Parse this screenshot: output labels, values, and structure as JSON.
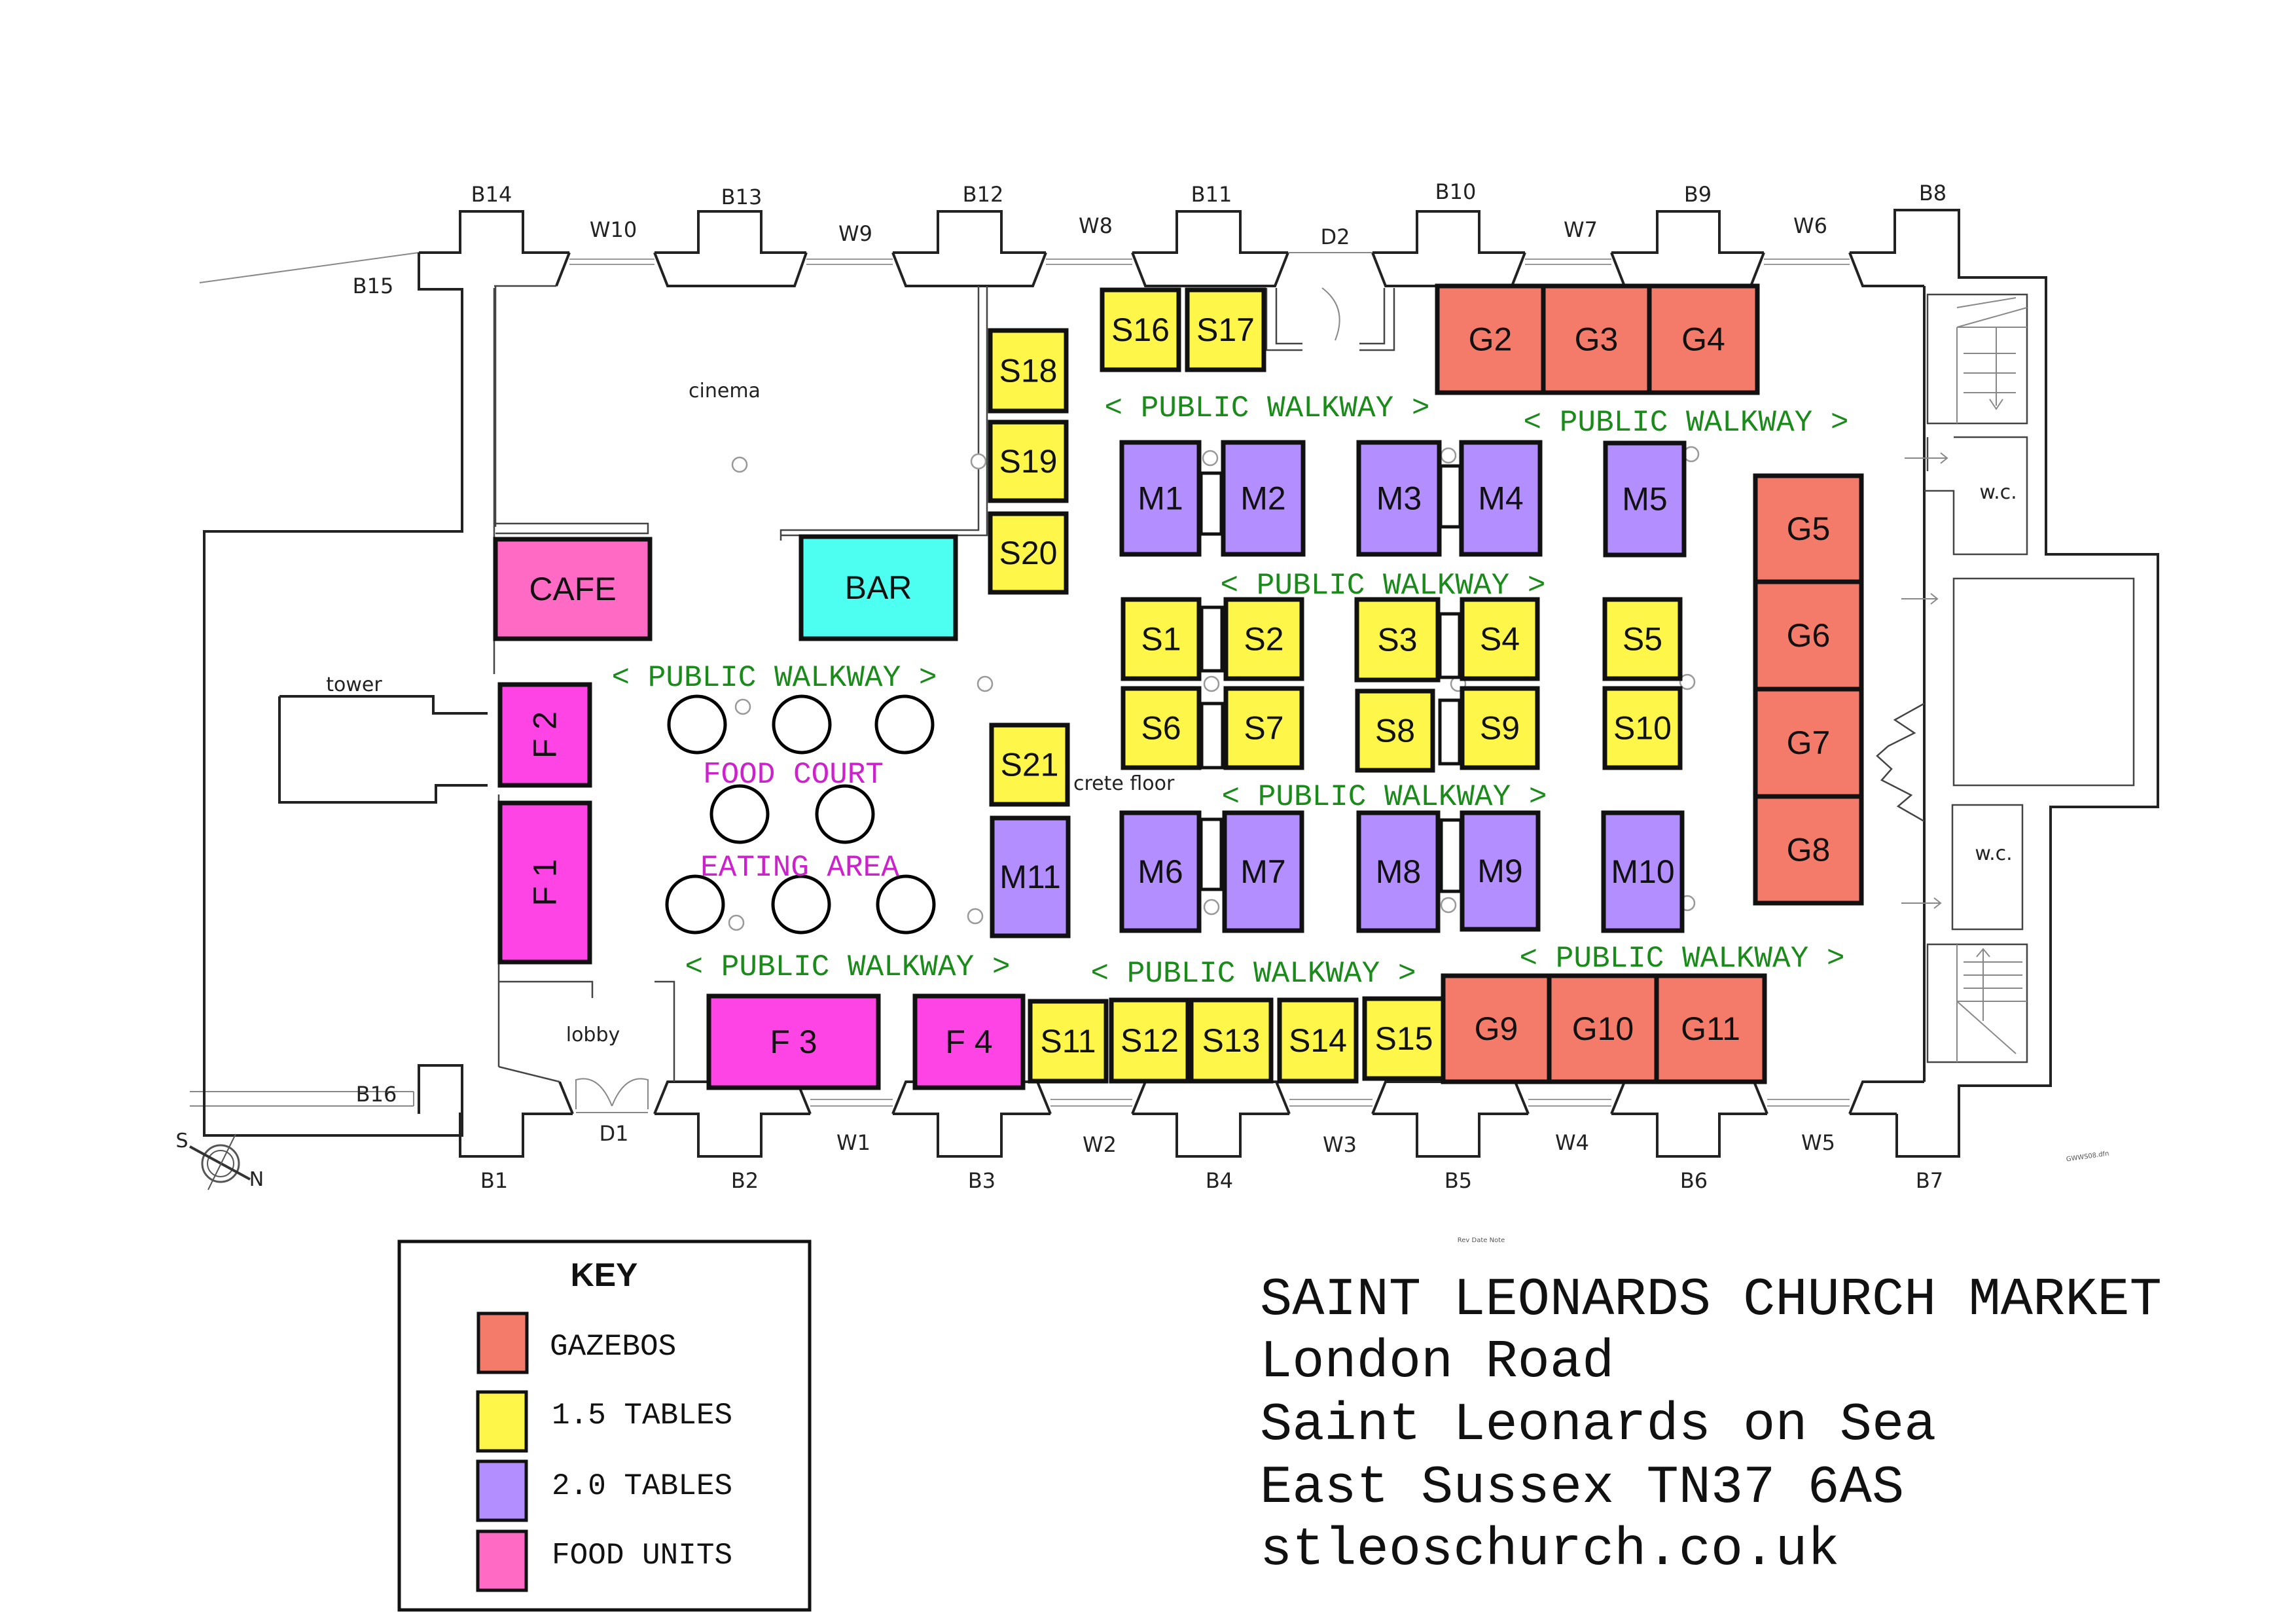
{
  "map": {
    "title": "Saint Leonards Church Market floor plan",
    "piers_top": [
      "B14",
      "B13",
      "B12",
      "B11",
      "B10",
      "B9",
      "B8"
    ],
    "piers_bottom": [
      "B1",
      "B2",
      "B3",
      "B4",
      "B5",
      "B6",
      "B7"
    ],
    "piers_side": [
      "B15",
      "B16"
    ],
    "windows_top": [
      "W10",
      "W9",
      "W8",
      "W7",
      "W6"
    ],
    "windows_bottom": [
      "W1",
      "W2",
      "W3",
      "W4",
      "W5"
    ],
    "doors": [
      "D1",
      "D2"
    ],
    "rooms": {
      "cinema": "cinema",
      "tower": "tower",
      "lobby": "lobby",
      "wc_upper": "w.c.",
      "wc_lower": "w.c.",
      "floor_note": "crete floor"
    },
    "walkway_label": "< PUBLIC WALKWAY >",
    "food_court_label": "FOOD COURT",
    "eating_area_label": "EATING AREA",
    "compass": {
      "labels": [
        "S",
        "N"
      ]
    },
    "rev_note": "Rev Date Note",
    "drawing_ref": "GWWS08.dfn"
  },
  "colors": {
    "gazebo": "#F47A6A",
    "table_1_5": "#FFF64A",
    "table_2_0": "#B28EFF",
    "food_unit": "#FF6AC4",
    "food_stall": "#FF44E6",
    "bar": "#4DFFF0",
    "walkway_text": "#1A8A1A",
    "zone_text": "#CC22CC"
  },
  "stands": {
    "gazebos": [
      "G2",
      "G3",
      "G4",
      "G5",
      "G6",
      "G7",
      "G8",
      "G9",
      "G10",
      "G11"
    ],
    "tables_1_5": [
      "S1",
      "S2",
      "S3",
      "S4",
      "S5",
      "S6",
      "S7",
      "S8",
      "S9",
      "S10",
      "S11",
      "S12",
      "S13",
      "S14",
      "S15",
      "S16",
      "S17",
      "S18",
      "S19",
      "S20",
      "S21"
    ],
    "tables_2_0": [
      "M1",
      "M2",
      "M3",
      "M4",
      "M5",
      "M6",
      "M7",
      "M8",
      "M9",
      "M10",
      "M11"
    ],
    "food_units": [
      "F 1",
      "F 2",
      "F 3",
      "F 4"
    ],
    "cafe": "CAFE",
    "bar": "BAR"
  },
  "legend": {
    "title": "KEY",
    "items": [
      {
        "label": "GAZEBOS",
        "color_key": "gazebo"
      },
      {
        "label": "1.5 TABLES",
        "color_key": "table_1_5"
      },
      {
        "label": "2.0 TABLES",
        "color_key": "table_2_0"
      },
      {
        "label": "FOOD UNITS",
        "color_key": "food_unit"
      }
    ]
  },
  "address": {
    "name": "SAINT LEONARDS CHURCH MARKET",
    "street": "London Road",
    "town": "Saint Leonards on Sea",
    "county_postcode": "East Sussex TN37 6AS",
    "website": "stleoschurch.co.uk"
  }
}
